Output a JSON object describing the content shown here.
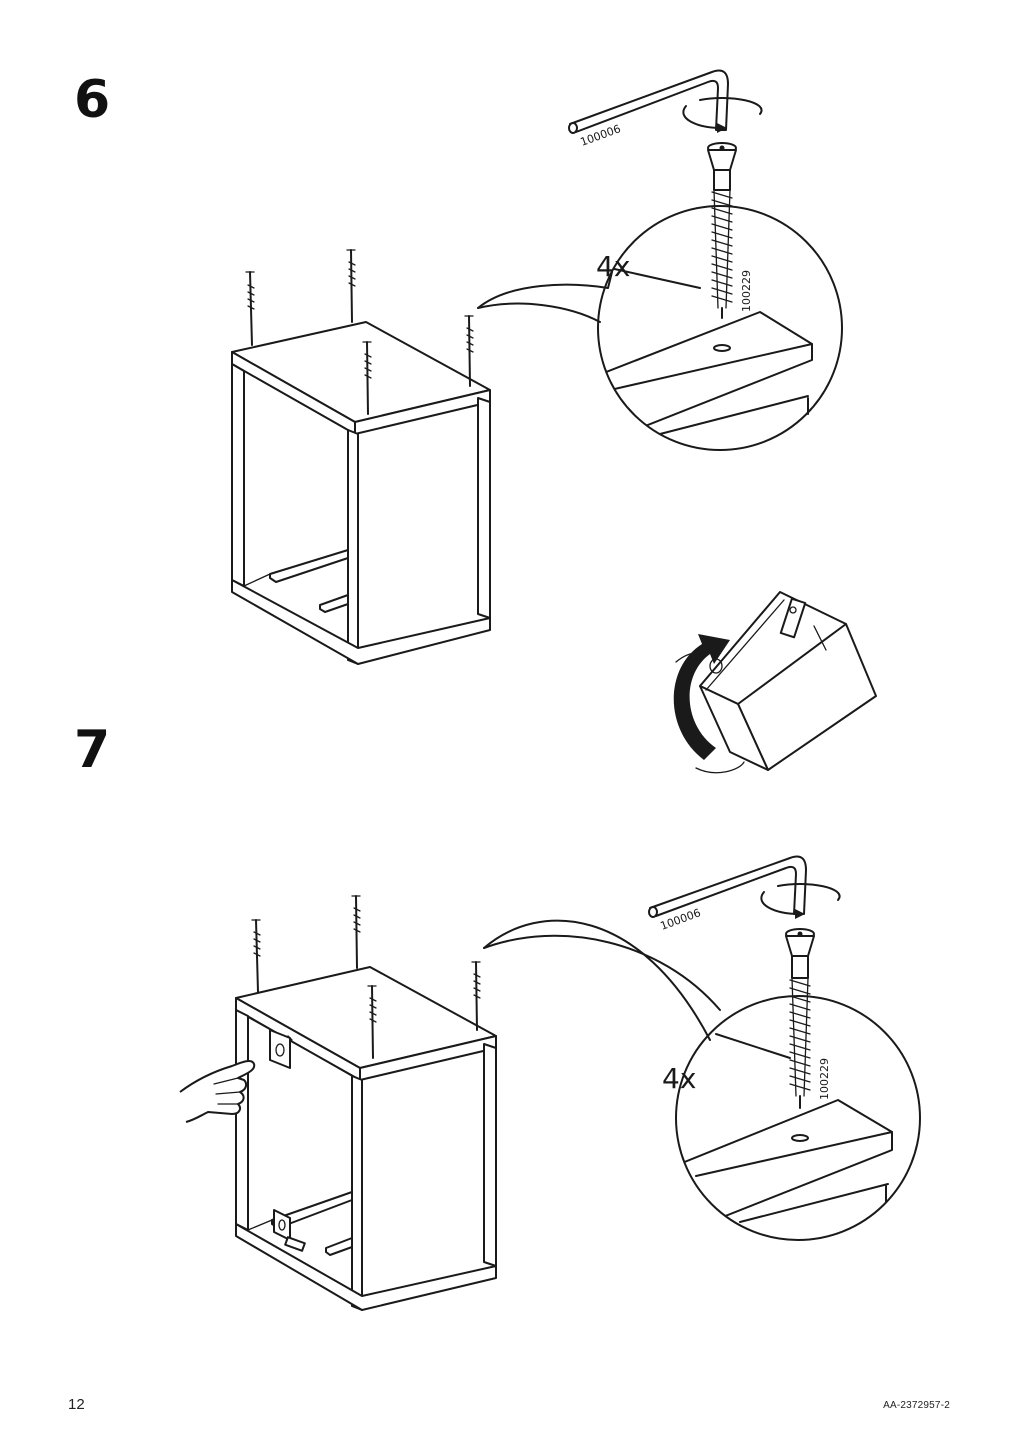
{
  "steps": [
    {
      "number": "6",
      "quantity": "4x",
      "tool_code": "100006",
      "screw_code": "100229"
    },
    {
      "number": "7",
      "quantity": "4x",
      "tool_code": "100006",
      "screw_code": "100229"
    }
  ],
  "footer": {
    "page_number": "12",
    "document_code": "AA-2372957-2"
  },
  "icons": [
    "allen-key-icon",
    "rotate-arrow-icon",
    "screw-icon",
    "flip-arrow-icon",
    "pointing-hand-icon"
  ]
}
